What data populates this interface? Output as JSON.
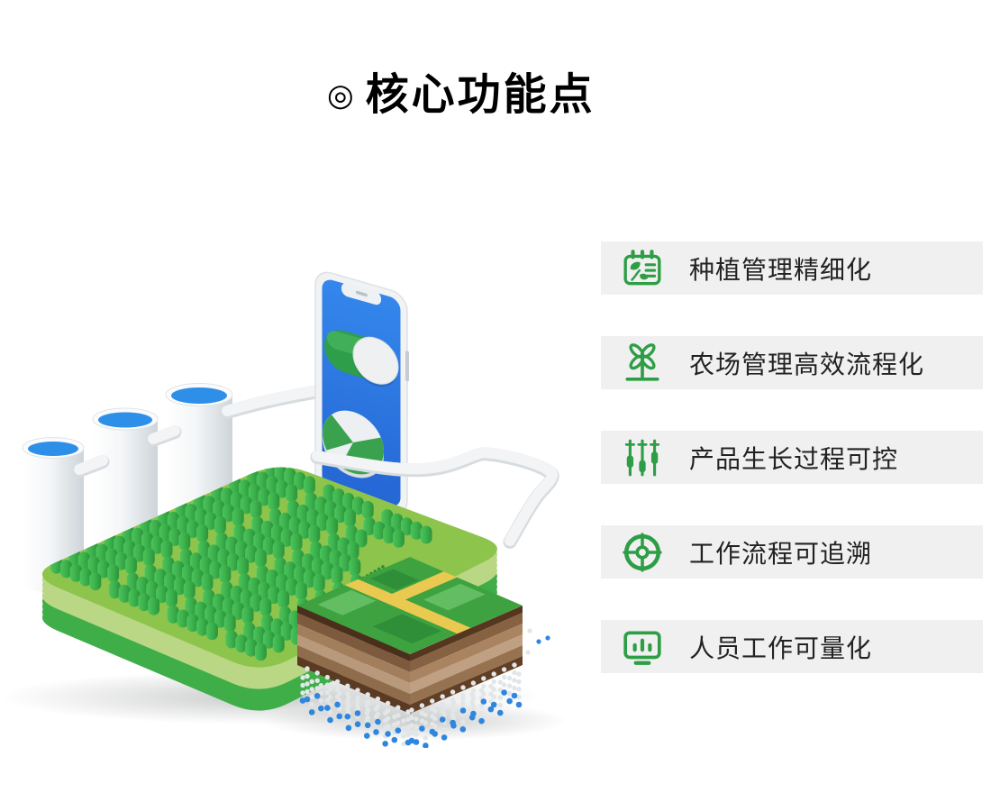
{
  "title": {
    "icon": "◎",
    "text": "核心功能点"
  },
  "features": {
    "items": [
      {
        "icon": "calendar-leaf-icon",
        "label": "种植管理精细化"
      },
      {
        "icon": "windmill-icon",
        "label": "农场管理高效流程化"
      },
      {
        "icon": "sliders-icon",
        "label": "产品生长过程可控"
      },
      {
        "icon": "target-icon",
        "label": "工作流程可追溯"
      },
      {
        "icon": "monitor-chart-icon",
        "label": "人员工作可量化"
      }
    ]
  },
  "colors": {
    "accent_green": "#2e9e46",
    "row_background": "#f0f0f0",
    "text": "#222222",
    "phone_screen_blue": "#2b7ce2",
    "toggle_green": "#2f9e4a",
    "water_blue": "#2e8fe9",
    "field_green": "#8dc44c",
    "crop_green": "#3aae4a",
    "soil_brown": "#8a684a",
    "droplet_blue": "#2f86df",
    "path_yellow": "#e9c94f"
  }
}
